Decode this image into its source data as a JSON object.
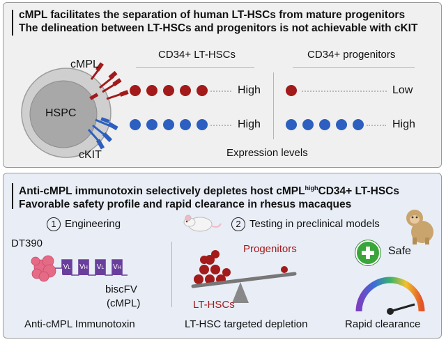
{
  "top": {
    "headline_1": "cMPL facilitates the separation of human LT-HSCs from mature progenitors",
    "headline_2": "The delineation between LT-HSCs and progenitors is not achievable with cKIT",
    "cell_label": "HSPC",
    "cmpl_label": "cMPL",
    "ckit_label": "cKIT",
    "col_lt_hsc": "CD34+ LT-HSCs",
    "col_progenitors": "CD34+ progenitors",
    "lt_cmpl_level": "High",
    "lt_ckit_level": "High",
    "prog_cmpl_level": "Low",
    "prog_ckit_level": "High",
    "footer": "Expression levels"
  },
  "bottom": {
    "headline_1_pre": "Anti-cMPL immunotoxin selectively depletes host cMPL",
    "headline_1_sup": "high",
    "headline_1_post": "CD34+ LT-HSCs",
    "headline_2": "Favorable safety profile and rapid clearance in rhesus macaques",
    "step1_num": "1",
    "step1_label": "Engineering",
    "step2_num": "2",
    "step2_label": "Testing in preclinical models",
    "toxin_label": "DT390",
    "vl_label": "V",
    "vl_sub": "L",
    "vh_label": "V",
    "vh_sub": "H",
    "biscfv_label": "biscFV",
    "biscfv_target": "(cMPL)",
    "progenitors_label": "Progenitors",
    "lt_hsc_label": "LT-HSCs",
    "safe_label": "Safe",
    "caption_1": "Anti-cMPL Immunotoxin",
    "caption_2": "LT-HSC targeted depletion",
    "caption_3": "Rapid clearance"
  },
  "colors": {
    "cmpl_red": "#a21a1a",
    "ckit_blue": "#2c5fbf",
    "toxin_pink": "#e56a86",
    "scfv_purple": "#6a3f9c",
    "safe_green": "#3aa53a",
    "panel_top_bg": "#f0f0f0",
    "panel_bottom_bg": "#e8edf6"
  },
  "icons": [
    "mouse-icon",
    "macaque-icon",
    "plus-icon",
    "gauge-icon",
    "seesaw-icon",
    "hspc-cell-icon",
    "toxin-icon"
  ]
}
